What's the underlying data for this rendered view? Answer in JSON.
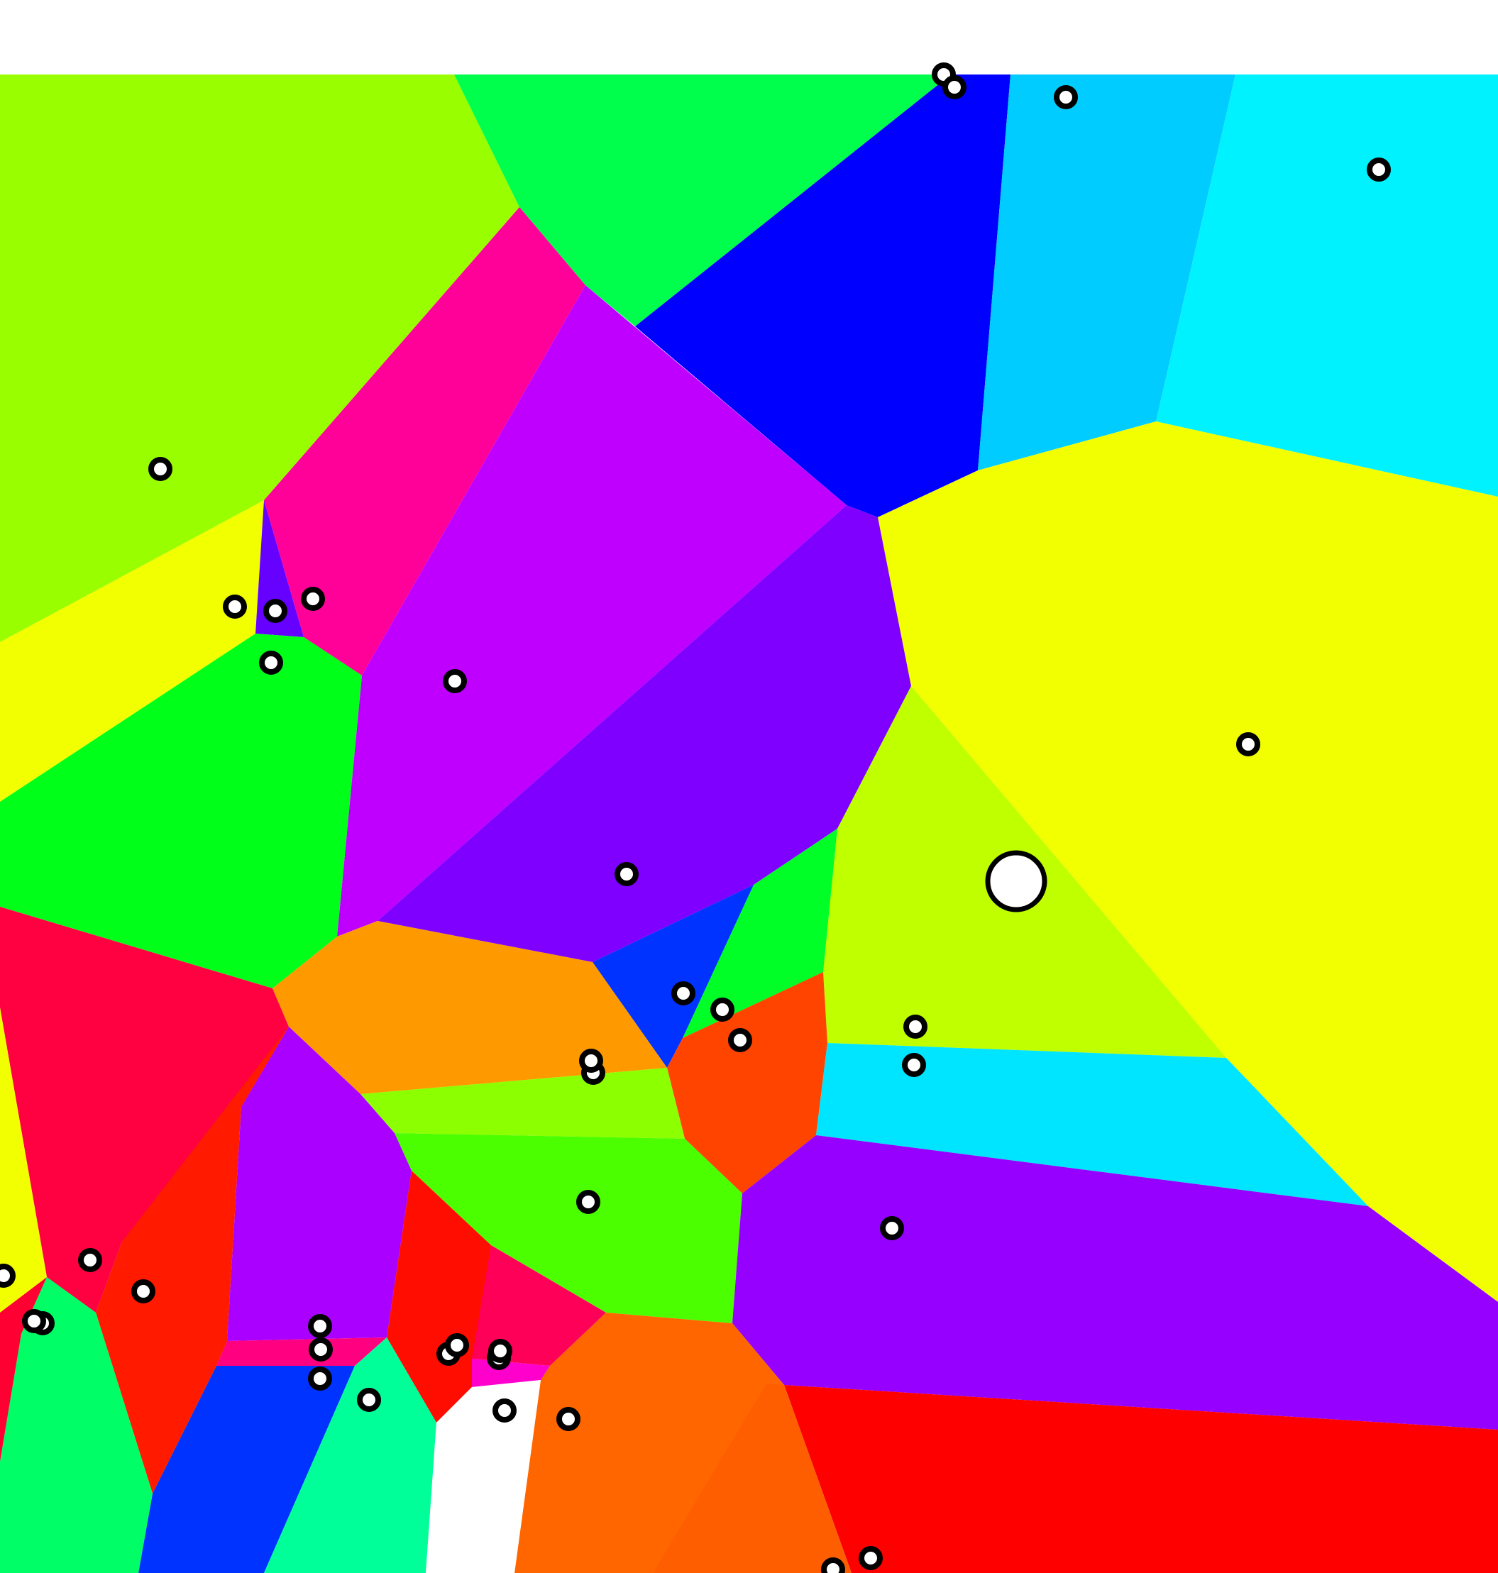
{
  "diagram": {
    "type": "voronoi",
    "background": "#ffffff",
    "marker_fill": "#ffffff",
    "marker_stroke": "#000000",
    "cells": [
      {
        "id": "cell-lime-top-left",
        "color": "#99ff00"
      },
      {
        "id": "cell-green-top",
        "color": "#00ff4c"
      },
      {
        "id": "cell-blue-top",
        "color": "#0000ff"
      },
      {
        "id": "cell-sky-top",
        "color": "#00ccff"
      },
      {
        "id": "cell-cyan-top-right",
        "color": "#00f2ff"
      },
      {
        "id": "cell-yellow-right",
        "color": "#f2ff00"
      },
      {
        "id": "cell-magenta-pink",
        "color": "#ff0099"
      },
      {
        "id": "cell-purple-center",
        "color": "#bf00ff"
      },
      {
        "id": "cell-violet-center",
        "color": "#7f00ff"
      },
      {
        "id": "cell-yellow-left",
        "color": "#f2ff00"
      },
      {
        "id": "cell-violet-small",
        "color": "#6600ff"
      },
      {
        "id": "cell-green-left",
        "color": "#00ff19"
      },
      {
        "id": "cell-chartreuse-right",
        "color": "#bfff00"
      },
      {
        "id": "cell-green-small",
        "color": "#00ff26"
      },
      {
        "id": "cell-blue-small",
        "color": "#0033ff"
      },
      {
        "id": "cell-crimson-left",
        "color": "#ff0040"
      },
      {
        "id": "cell-orange-center",
        "color": "#ff9900"
      },
      {
        "id": "cell-orange-red-center",
        "color": "#ff4400"
      },
      {
        "id": "cell-aqua-right",
        "color": "#00e5ff"
      },
      {
        "id": "cell-lime-center",
        "color": "#8cff00"
      },
      {
        "id": "cell-green-lower",
        "color": "#4cff00"
      },
      {
        "id": "cell-purple-lower",
        "color": "#aa00ff"
      },
      {
        "id": "cell-red-lower-left",
        "color": "#ff1a00"
      },
      {
        "id": "cell-yellow-far-left",
        "color": "#f2ff00"
      },
      {
        "id": "cell-violet-lower-right",
        "color": "#9500ff"
      },
      {
        "id": "cell-red-bottom-right",
        "color": "#ff0000"
      },
      {
        "id": "cell-red-small-lower",
        "color": "#ff0d00"
      },
      {
        "id": "cell-pink-lower",
        "color": "#ff0059"
      },
      {
        "id": "cell-pink-strip",
        "color": "#ff0080"
      },
      {
        "id": "cell-magenta-strip",
        "color": "#ff00cc"
      },
      {
        "id": "cell-orange-bottom",
        "color": "#ff6600"
      },
      {
        "id": "cell-orange-bottom-2",
        "color": "#ff5e00"
      },
      {
        "id": "cell-blue-bottom",
        "color": "#0033ff"
      },
      {
        "id": "cell-mint-bottom",
        "color": "#00ff99"
      },
      {
        "id": "cell-green-bottom-left",
        "color": "#00ff66"
      },
      {
        "id": "cell-white-bottom",
        "color": "#ffffff"
      },
      {
        "id": "cell-crimson-bottom-left",
        "color": "#ff0033"
      }
    ]
  }
}
